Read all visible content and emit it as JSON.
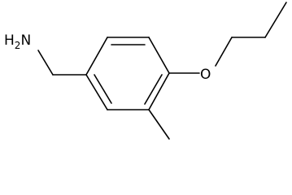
{
  "molecule": {
    "labels": {
      "amine": {
        "main": "H",
        "sub": "2",
        "tail": "N"
      },
      "oxygen": "O"
    }
  }
}
